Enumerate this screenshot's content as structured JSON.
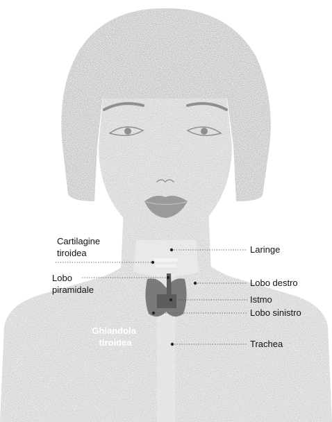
{
  "labels": {
    "cartilagine_line1": "Cartilagine",
    "cartilagine_line2": "tiroidea",
    "lobo_piramidale_line1": "Lobo",
    "lobo_piramidale_line2": "piramidale",
    "laringe": "Laringe",
    "lobo_destro": "Lobo destro",
    "istmo": "Istmo",
    "lobo_sinistro": "Lobo sinistro",
    "trachea": "Trachea",
    "ghiandola_line1": "Ghiandola",
    "ghiandola_line2": "tiroidea"
  },
  "colors": {
    "figure": "#d3d3d3",
    "figure_shadow": "#c4c4c4",
    "neck_light": "#ebebeb",
    "facial_features": "#8f8f8f",
    "lips": "#9a9a9a",
    "thyroid": "#7a7a7a",
    "thyroid_dark": "#5c5c5c",
    "leader": "#555555",
    "text": "#111111"
  }
}
